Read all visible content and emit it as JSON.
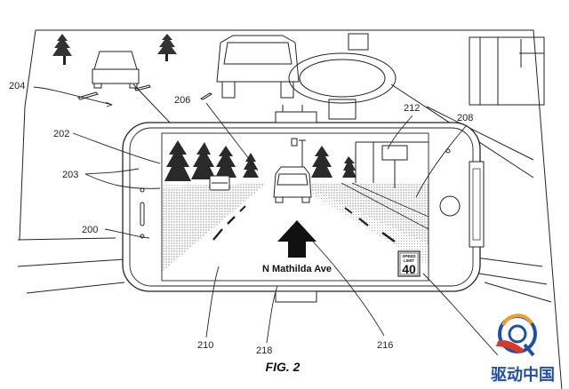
{
  "figure_caption": "FIG. 2",
  "street_label": "N Mathilda Ave",
  "speed_sign": {
    "top_line": "SPEED",
    "bottom_line": "LIMIT",
    "value": "40"
  },
  "reference_numerals": {
    "r200": "200",
    "r202": "202",
    "r203": "203",
    "r204": "204",
    "r206": "206",
    "r208": "208",
    "r210": "210",
    "r212": "212",
    "r216": "216",
    "r218": "218"
  },
  "watermark": {
    "text": "驱动中国"
  },
  "colors": {
    "line": "#222222",
    "road_dots": "#8a8a8a",
    "watermark_blue": "#1f4fa8",
    "watermark_red": "#d83a2a",
    "watermark_orange": "#f0a028"
  }
}
